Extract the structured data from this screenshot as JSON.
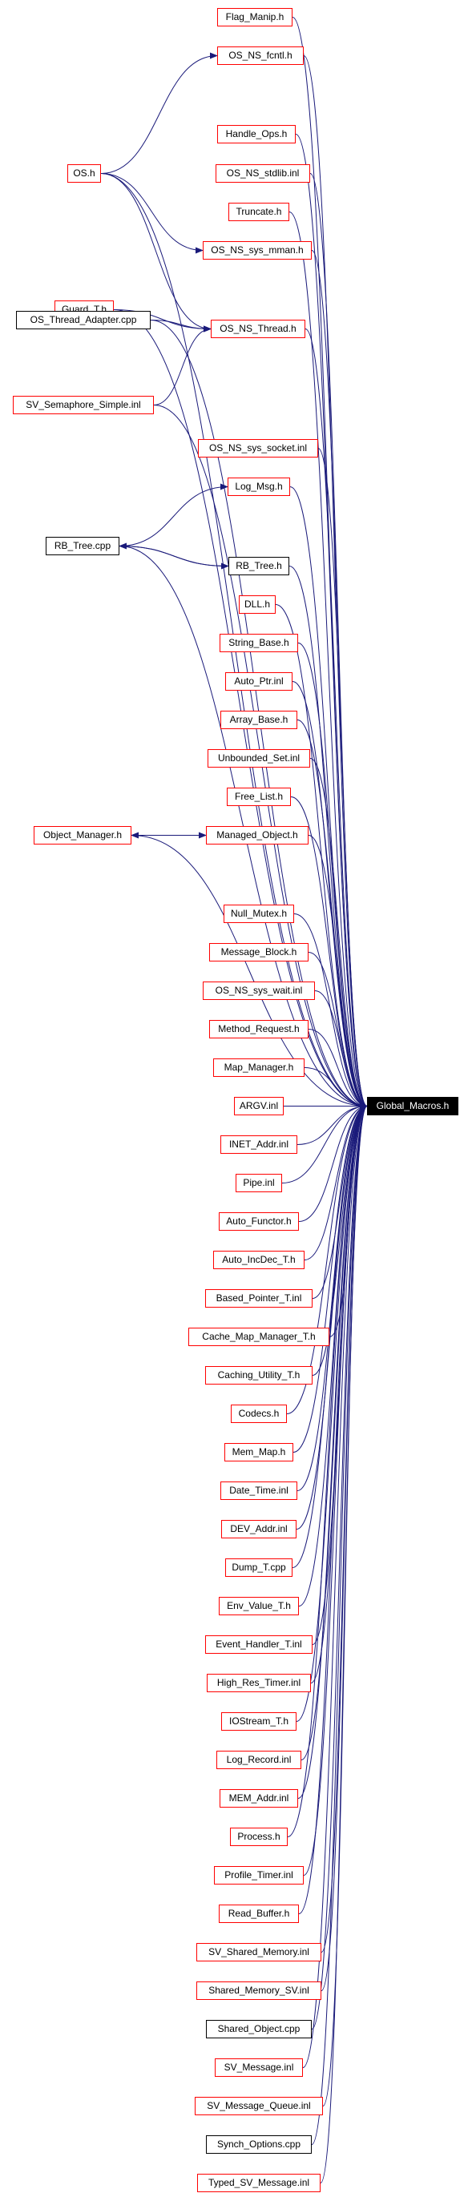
{
  "graph": {
    "edge_color": "#1a1a7a",
    "target": {
      "id": "global_macros",
      "label": "Global_Macros.h"
    },
    "nodes": [
      {
        "id": "flag_manip",
        "label": "Flag_Manip.h",
        "border": "red"
      },
      {
        "id": "os_ns_fcntl",
        "label": "OS_NS_fcntl.h",
        "border": "red"
      },
      {
        "id": "handle_ops",
        "label": "Handle_Ops.h",
        "border": "red"
      },
      {
        "id": "os_h",
        "label": "OS.h",
        "border": "red"
      },
      {
        "id": "os_ns_stdlib",
        "label": "OS_NS_stdlib.inl",
        "border": "red"
      },
      {
        "id": "truncate",
        "label": "Truncate.h",
        "border": "red"
      },
      {
        "id": "os_ns_sys_mman",
        "label": "OS_NS_sys_mman.h",
        "border": "red"
      },
      {
        "id": "guard_t",
        "label": "Guard_T.h",
        "border": "red"
      },
      {
        "id": "os_ns_thread",
        "label": "OS_NS_Thread.h",
        "border": "red"
      },
      {
        "id": "os_thread_adapter",
        "label": "OS_Thread_Adapter.cpp",
        "border": "black"
      },
      {
        "id": "sv_semaphore_simple",
        "label": "SV_Semaphore_Simple.inl",
        "border": "red"
      },
      {
        "id": "os_ns_sys_socket",
        "label": "OS_NS_sys_socket.inl",
        "border": "red"
      },
      {
        "id": "log_msg",
        "label": "Log_Msg.h",
        "border": "red"
      },
      {
        "id": "rb_tree_cpp",
        "label": "RB_Tree.cpp",
        "border": "black"
      },
      {
        "id": "rb_tree_h",
        "label": "RB_Tree.h",
        "border": "black"
      },
      {
        "id": "dll",
        "label": "DLL.h",
        "border": "red"
      },
      {
        "id": "string_base",
        "label": "String_Base.h",
        "border": "red"
      },
      {
        "id": "auto_ptr",
        "label": "Auto_Ptr.inl",
        "border": "red"
      },
      {
        "id": "array_base",
        "label": "Array_Base.h",
        "border": "red"
      },
      {
        "id": "unbounded_set",
        "label": "Unbounded_Set.inl",
        "border": "red"
      },
      {
        "id": "free_list",
        "label": "Free_List.h",
        "border": "red"
      },
      {
        "id": "object_manager",
        "label": "Object_Manager.h",
        "border": "red"
      },
      {
        "id": "managed_object",
        "label": "Managed_Object.h",
        "border": "red"
      },
      {
        "id": "null_mutex",
        "label": "Null_Mutex.h",
        "border": "red"
      },
      {
        "id": "message_block",
        "label": "Message_Block.h",
        "border": "red"
      },
      {
        "id": "os_ns_sys_wait",
        "label": "OS_NS_sys_wait.inl",
        "border": "red"
      },
      {
        "id": "method_request",
        "label": "Method_Request.h",
        "border": "red"
      },
      {
        "id": "map_manager",
        "label": "Map_Manager.h",
        "border": "red"
      },
      {
        "id": "argv",
        "label": "ARGV.inl",
        "border": "red"
      },
      {
        "id": "inet_addr",
        "label": "INET_Addr.inl",
        "border": "red"
      },
      {
        "id": "pipe",
        "label": "Pipe.inl",
        "border": "red"
      },
      {
        "id": "auto_functor",
        "label": "Auto_Functor.h",
        "border": "red"
      },
      {
        "id": "auto_incdec",
        "label": "Auto_IncDec_T.h",
        "border": "red"
      },
      {
        "id": "based_pointer",
        "label": "Based_Pointer_T.inl",
        "border": "red"
      },
      {
        "id": "cache_map_manager",
        "label": "Cache_Map_Manager_T.h",
        "border": "red"
      },
      {
        "id": "caching_utility",
        "label": "Caching_Utility_T.h",
        "border": "red"
      },
      {
        "id": "codecs",
        "label": "Codecs.h",
        "border": "red"
      },
      {
        "id": "mem_map",
        "label": "Mem_Map.h",
        "border": "red"
      },
      {
        "id": "date_time",
        "label": "Date_Time.inl",
        "border": "red"
      },
      {
        "id": "dev_addr",
        "label": "DEV_Addr.inl",
        "border": "red"
      },
      {
        "id": "dump_t",
        "label": "Dump_T.cpp",
        "border": "red"
      },
      {
        "id": "env_value",
        "label": "Env_Value_T.h",
        "border": "red"
      },
      {
        "id": "event_handler",
        "label": "Event_Handler_T.inl",
        "border": "red"
      },
      {
        "id": "high_res_timer",
        "label": "High_Res_Timer.inl",
        "border": "red"
      },
      {
        "id": "iostream",
        "label": "IOStream_T.h",
        "border": "red"
      },
      {
        "id": "log_record",
        "label": "Log_Record.inl",
        "border": "red"
      },
      {
        "id": "mem_addr",
        "label": "MEM_Addr.inl",
        "border": "red"
      },
      {
        "id": "process",
        "label": "Process.h",
        "border": "red"
      },
      {
        "id": "profile_timer",
        "label": "Profile_Timer.inl",
        "border": "red"
      },
      {
        "id": "read_buffer",
        "label": "Read_Buffer.h",
        "border": "red"
      },
      {
        "id": "sv_shared_memory",
        "label": "SV_Shared_Memory.inl",
        "border": "red"
      },
      {
        "id": "shared_memory_sv",
        "label": "Shared_Memory_SV.inl",
        "border": "red"
      },
      {
        "id": "shared_object",
        "label": "Shared_Object.cpp",
        "border": "black"
      },
      {
        "id": "sv_message",
        "label": "SV_Message.inl",
        "border": "red"
      },
      {
        "id": "sv_message_queue",
        "label": "SV_Message_Queue.inl",
        "border": "red"
      },
      {
        "id": "synch_options",
        "label": "Synch_Options.cpp",
        "border": "black"
      },
      {
        "id": "typed_sv_message",
        "label": "Typed_SV_Message.inl",
        "border": "red"
      }
    ],
    "edges": [
      [
        "flag_manip",
        "global_macros"
      ],
      [
        "os_ns_fcntl",
        "global_macros"
      ],
      [
        "handle_ops",
        "global_macros"
      ],
      [
        "os_h",
        "global_macros"
      ],
      [
        "os_ns_stdlib",
        "global_macros"
      ],
      [
        "truncate",
        "global_macros"
      ],
      [
        "os_ns_sys_mman",
        "global_macros"
      ],
      [
        "guard_t",
        "global_macros"
      ],
      [
        "os_ns_thread",
        "global_macros"
      ],
      [
        "os_thread_adapter",
        "global_macros"
      ],
      [
        "sv_semaphore_simple",
        "global_macros"
      ],
      [
        "os_ns_sys_socket",
        "global_macros"
      ],
      [
        "log_msg",
        "global_macros"
      ],
      [
        "rb_tree_cpp",
        "global_macros"
      ],
      [
        "rb_tree_h",
        "global_macros"
      ],
      [
        "dll",
        "global_macros"
      ],
      [
        "string_base",
        "global_macros"
      ],
      [
        "auto_ptr",
        "global_macros"
      ],
      [
        "array_base",
        "global_macros"
      ],
      [
        "unbounded_set",
        "global_macros"
      ],
      [
        "free_list",
        "global_macros"
      ],
      [
        "object_manager",
        "global_macros"
      ],
      [
        "managed_object",
        "global_macros"
      ],
      [
        "null_mutex",
        "global_macros"
      ],
      [
        "message_block",
        "global_macros"
      ],
      [
        "os_ns_sys_wait",
        "global_macros"
      ],
      [
        "method_request",
        "global_macros"
      ],
      [
        "map_manager",
        "global_macros"
      ],
      [
        "argv",
        "global_macros"
      ],
      [
        "inet_addr",
        "global_macros"
      ],
      [
        "pipe",
        "global_macros"
      ],
      [
        "auto_functor",
        "global_macros"
      ],
      [
        "auto_incdec",
        "global_macros"
      ],
      [
        "based_pointer",
        "global_macros"
      ],
      [
        "cache_map_manager",
        "global_macros"
      ],
      [
        "caching_utility",
        "global_macros"
      ],
      [
        "codecs",
        "global_macros"
      ],
      [
        "mem_map",
        "global_macros"
      ],
      [
        "date_time",
        "global_macros"
      ],
      [
        "dev_addr",
        "global_macros"
      ],
      [
        "dump_t",
        "global_macros"
      ],
      [
        "env_value",
        "global_macros"
      ],
      [
        "event_handler",
        "global_macros"
      ],
      [
        "high_res_timer",
        "global_macros"
      ],
      [
        "iostream",
        "global_macros"
      ],
      [
        "log_record",
        "global_macros"
      ],
      [
        "mem_addr",
        "global_macros"
      ],
      [
        "process",
        "global_macros"
      ],
      [
        "profile_timer",
        "global_macros"
      ],
      [
        "read_buffer",
        "global_macros"
      ],
      [
        "sv_shared_memory",
        "global_macros"
      ],
      [
        "shared_memory_sv",
        "global_macros"
      ],
      [
        "shared_object",
        "global_macros"
      ],
      [
        "sv_message",
        "global_macros"
      ],
      [
        "sv_message_queue",
        "global_macros"
      ],
      [
        "synch_options",
        "global_macros"
      ],
      [
        "typed_sv_message",
        "global_macros"
      ],
      [
        "os_h",
        "os_ns_fcntl"
      ],
      [
        "os_h",
        "os_ns_sys_mman"
      ],
      [
        "os_h",
        "os_ns_thread"
      ],
      [
        "guard_t",
        "os_ns_thread"
      ],
      [
        "os_thread_adapter",
        "os_ns_thread"
      ],
      [
        "sv_semaphore_simple",
        "os_ns_thread"
      ],
      [
        "rb_tree_cpp",
        "log_msg"
      ],
      [
        "rb_tree_cpp",
        "rb_tree_h"
      ],
      [
        "rb_tree_h",
        "rb_tree_cpp"
      ],
      [
        "object_manager",
        "managed_object"
      ],
      [
        "managed_object",
        "object_manager"
      ]
    ]
  }
}
